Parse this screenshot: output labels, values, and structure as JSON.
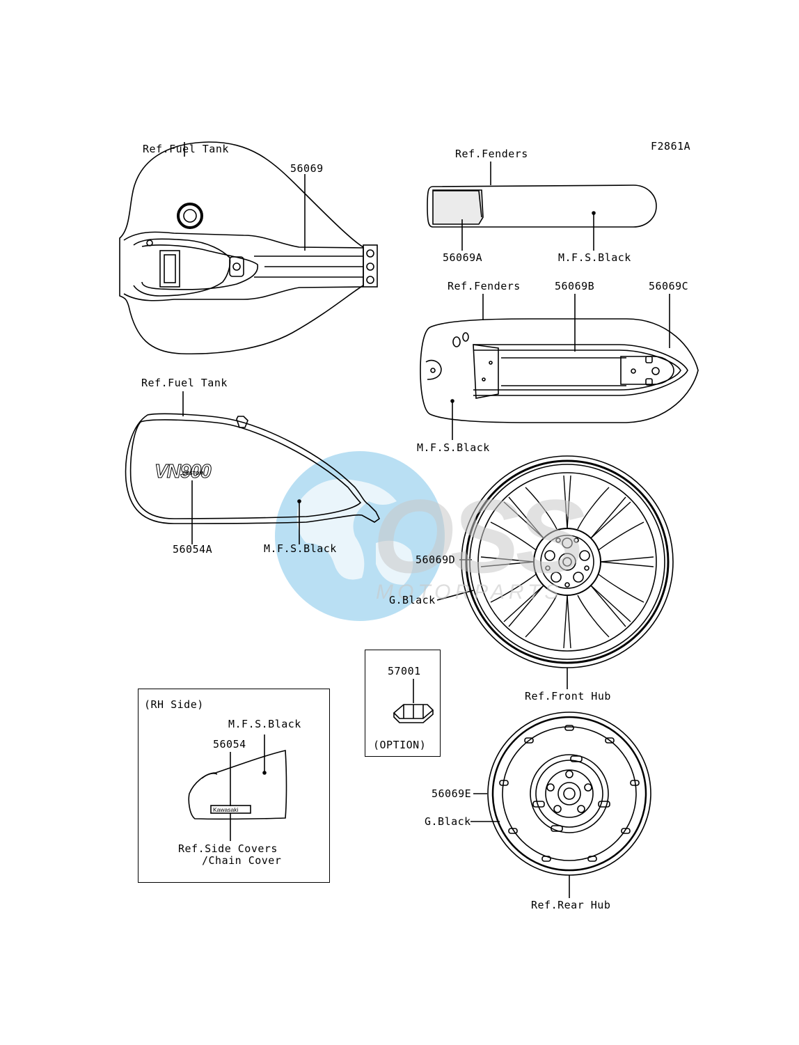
{
  "figure_id": "F2861A",
  "watermark": {
    "main": "OSS",
    "sub": "MOTORPARTS",
    "globe_color": "#3aa6de",
    "text_color": "#c9c9c9"
  },
  "labels": {
    "ref_fuel_tank_top": "Ref.Fuel Tank",
    "part_56069": "56069",
    "ref_fenders_1": "Ref.Fenders",
    "part_56069A": "56069A",
    "mfs_black_1": "M.F.S.Black",
    "ref_fenders_2": "Ref.Fenders",
    "part_56069B": "56069B",
    "part_56069C": "56069C",
    "mfs_black_2": "M.F.S.Black",
    "ref_fuel_tank_side": "Ref.Fuel Tank",
    "part_56054A": "56054A",
    "mfs_black_3": "M.F.S.Black",
    "part_56069D": "56069D",
    "g_black_1": "G.Black",
    "ref_front_hub": "Ref.Front Hub",
    "part_57001": "57001",
    "option": "(OPTION)",
    "rh_side": "(RH Side)",
    "mfs_black_4": "M.F.S.Black",
    "part_56054": "56054",
    "ref_side_covers": "Ref.Side Covers",
    "chain_cover": "/Chain Cover",
    "part_56069E": "56069E",
    "g_black_2": "G.Black",
    "ref_rear_hub": "Ref.Rear Hub"
  },
  "decal_text": {
    "tank_logo": "VN900",
    "tank_logo_sub": "CUSTOM",
    "side_cover_logo": "Kawasaki"
  }
}
